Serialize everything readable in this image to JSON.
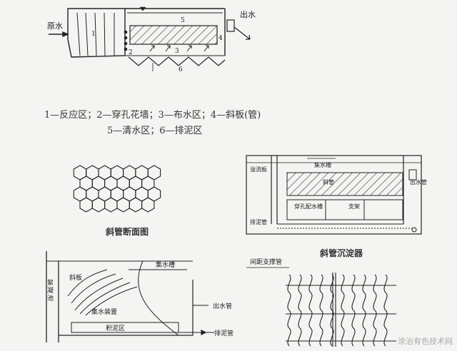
{
  "top_diagram": {
    "raw_water": "原水",
    "outlet": "出水",
    "zone_labels": [
      "1",
      "2",
      "3",
      "4",
      "5",
      "6"
    ]
  },
  "legend": {
    "line1": "1—反应区；2—穿孔花墙；3—布水区；4—斜板(管)",
    "line2": "5—清水区；6—排泥区"
  },
  "hex_caption": "斜管断面图",
  "settler": {
    "caption": "斜管沉淀器",
    "labels": {
      "collector": "集水槽",
      "overflow": "溢流板",
      "tubes": "斜管",
      "perforated": "穿孔配水槽",
      "support": "支架",
      "sludge_pipe": "排泥管",
      "outlet_pipe": "出水管"
    }
  },
  "bottom_left": {
    "plate": "斜板",
    "collector": "集水槽",
    "flocculation": "絮凝池",
    "collection_device": "集水装置",
    "sludge_zone": "积泥区",
    "outlet_pipe": "出水管",
    "sludge_pipe": "排泥管"
  },
  "bottom_right": {
    "support_pipe": "间距支撑管"
  },
  "watermark": "涂治有色技术网"
}
